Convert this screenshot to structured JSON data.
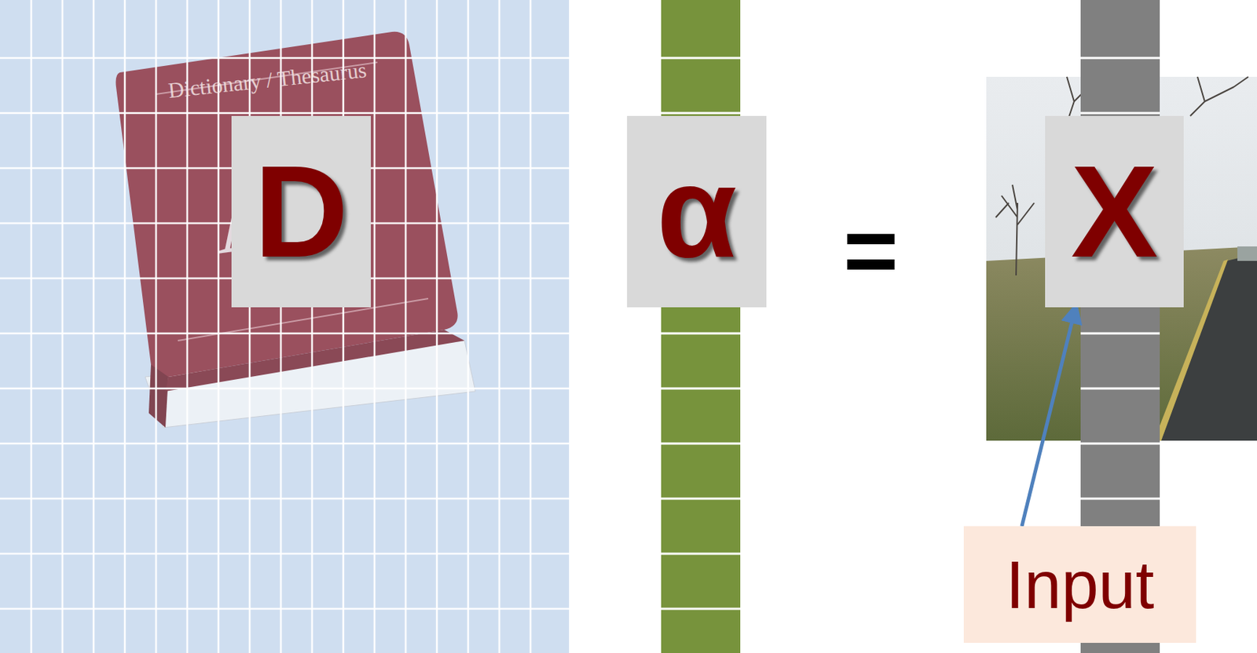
{
  "diagram": {
    "nodes": [
      {
        "text": [
          "D"
        ]
      },
      {
        "text": [
          "α"
        ]
      },
      {
        "text": [
          "X"
        ]
      },
      {
        "text": [
          "Input"
        ]
      }
    ],
    "edges": [
      {
        "from": 3,
        "to": 2,
        "arrow": "to"
      }
    ],
    "labels": [
      "=",
      "Dictionary / Thesaurus"
    ]
  }
}
